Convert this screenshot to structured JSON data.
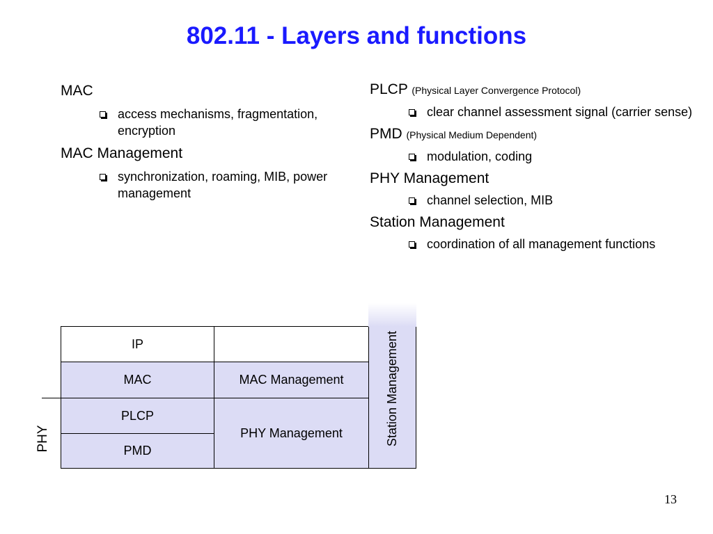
{
  "title": "802.11 - Layers and functions",
  "left_column": {
    "sections": [
      {
        "heading": "MAC",
        "bullets": [
          "access mechanisms, fragmentation, encryption"
        ]
      },
      {
        "heading": "MAC Management",
        "bullets": [
          "synchronization, roaming, MIB, power management"
        ]
      }
    ]
  },
  "right_column": {
    "sections": [
      {
        "heading": "PLCP",
        "paren": "(Physical Layer Convergence Protocol)",
        "bullets": [
          "clear channel assessment signal (carrier sense)"
        ]
      },
      {
        "heading": "PMD",
        "paren": "(Physical Medium Dependent)",
        "bullets": [
          "modulation, coding"
        ]
      },
      {
        "heading": "PHY Management",
        "paren": "",
        "bullets": [
          "channel selection, MIB"
        ]
      },
      {
        "heading": "Station Management",
        "paren": "",
        "bullets": [
          "coordination of all management functions"
        ]
      }
    ]
  },
  "diagram": {
    "layers": [
      "IP",
      "MAC",
      "PLCP",
      "PMD"
    ],
    "mac_management": "MAC Management",
    "phy_management": "PHY Management",
    "station_management": "Station Management",
    "phy_label": "PHY"
  },
  "page_number": "13",
  "colors": {
    "title": "#1a1aff",
    "layer_fill": "#dcdcf5"
  }
}
